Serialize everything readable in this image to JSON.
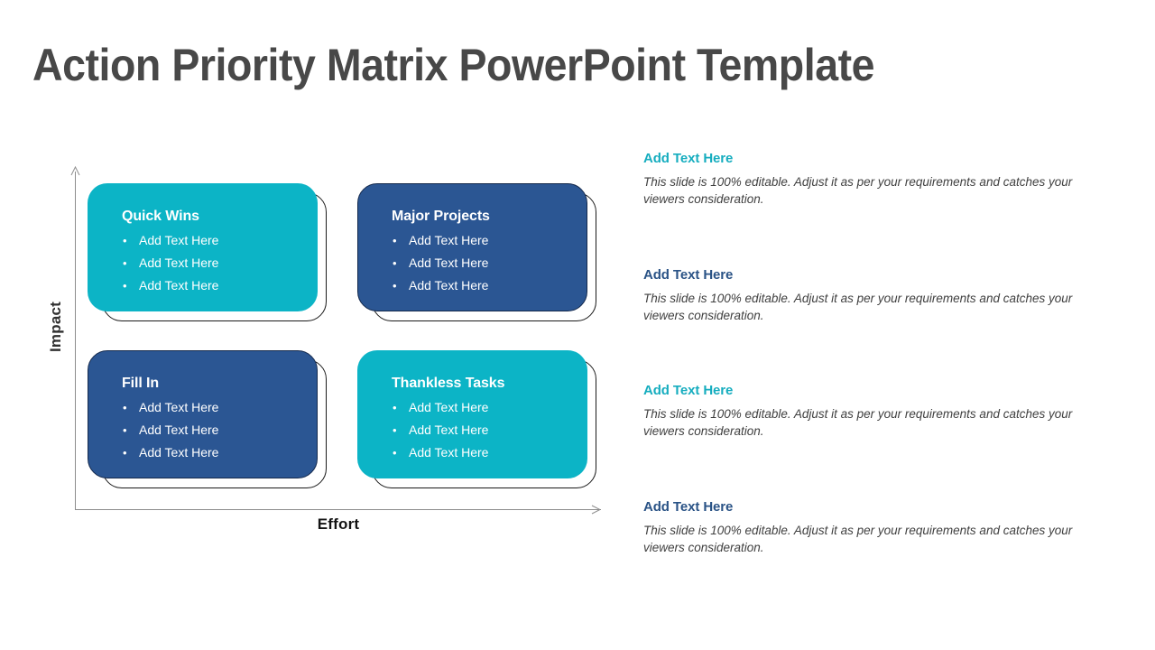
{
  "slide": {
    "title": "Action Priority Matrix PowerPoint Template"
  },
  "matrix": {
    "y_axis_label": "Impact",
    "x_axis_label": "Effort",
    "quadrants": [
      {
        "key": "quick-wins",
        "heading": "Quick Wins",
        "color": "#0cb4c6",
        "bullet_glyph": "•",
        "bullets": [
          "Add  Text Here",
          "Add  Text Here",
          "Add  Text Here"
        ]
      },
      {
        "key": "major-projects",
        "heading": "Major Projects",
        "color": "#2b5693",
        "bullet_glyph": "•",
        "bullets": [
          "Add  Text Here",
          "Add  Text Here",
          "Add  Text Here"
        ]
      },
      {
        "key": "fill-in",
        "heading": "Fill In",
        "color": "#2b5693",
        "bullet_glyph": "•",
        "bullets": [
          "Add  Text Here",
          "Add  Text Here",
          "Add  Text Here"
        ]
      },
      {
        "key": "thankless-tasks",
        "heading": "Thankless Tasks",
        "color": "#0cb4c6",
        "bullet_glyph": "•",
        "bullets": [
          "Add  Text Here",
          "Add  Text Here",
          "Add  Text Here"
        ]
      }
    ]
  },
  "text_panel": {
    "blocks": [
      {
        "heading": "Add Text Here",
        "heading_color": "#16adbf",
        "body": "This slide is 100% editable. Adjust it as per your requirements and catches your viewers consideration."
      },
      {
        "heading": "Add Text Here",
        "heading_color": "#2a5386",
        "body": "This slide is 100% editable. Adjust it as per your requirements and catches your viewers consideration."
      },
      {
        "heading": "Add Text Here",
        "heading_color": "#16adbf",
        "body": "This slide is 100% editable. Adjust it as per your requirements and catches your viewers consideration."
      },
      {
        "heading": "Add Text Here",
        "heading_color": "#2a5386",
        "body": "This slide is 100% editable. Adjust it as per your requirements and catches your viewers consideration."
      }
    ]
  },
  "theme": {
    "teal": "#0cb4c6",
    "blue": "#2b5693",
    "title_gray": "#484848",
    "body_gray": "#3f3f3f",
    "axis_gray": "#8d8d8d",
    "background": "#ffffff"
  }
}
